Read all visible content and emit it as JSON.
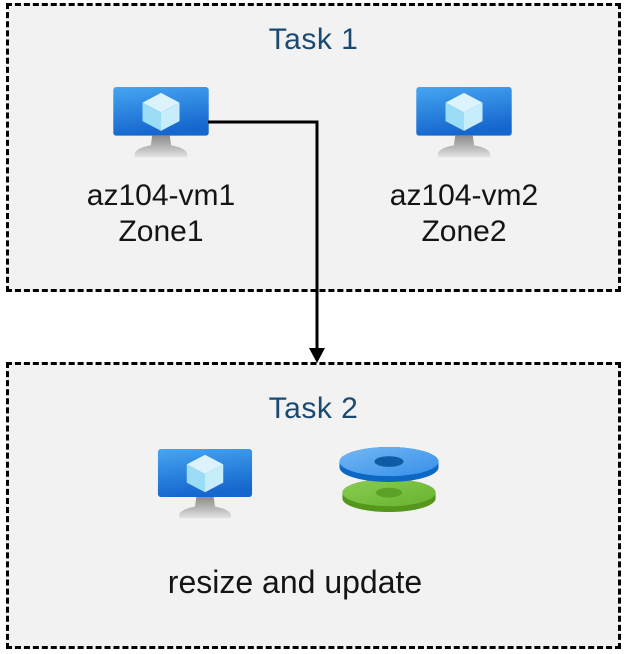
{
  "diagram": {
    "type": "azure-task-flow",
    "colors": {
      "box_background": "#f2f2f2",
      "box_border": "#000000",
      "title_text": "#1a4971",
      "label_text": "#141414",
      "arrow": "#000000",
      "vm_screen_blue": "#1f74d6",
      "disk_blue": "#3690e9",
      "disk_green": "#67b32d"
    }
  },
  "task1": {
    "title": "Task 1",
    "vms": [
      {
        "name": "az104-vm1",
        "zone": "Zone1",
        "icon": "azure-vm-icon"
      },
      {
        "name": "az104-vm2",
        "zone": "Zone2",
        "icon": "azure-vm-icon"
      }
    ]
  },
  "task2": {
    "title": "Task 2",
    "caption": "resize and update",
    "icons": [
      "azure-vm-icon",
      "azure-disks-icon"
    ]
  },
  "connector": {
    "from": "az104-vm1",
    "to": "Task 2",
    "style": "elbow-arrow"
  }
}
